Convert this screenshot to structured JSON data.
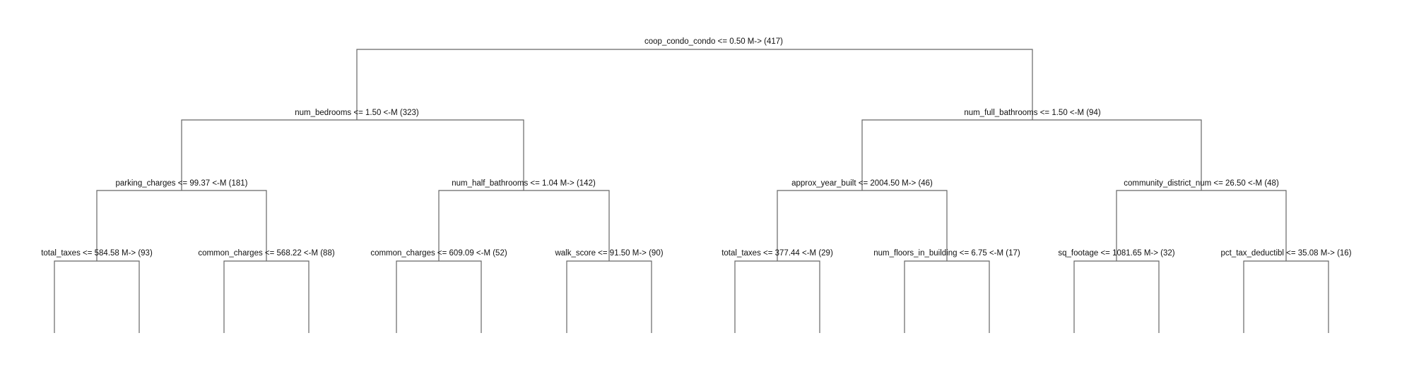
{
  "tree": {
    "title": "",
    "nodes": [
      {
        "id": "n0",
        "depth": 0,
        "text": "coop_condo_condo <= 0.50 M-> (417)"
      },
      {
        "id": "n1",
        "depth": 1,
        "text": "num_bedrooms <= 1.50 <-M (323)"
      },
      {
        "id": "n2",
        "depth": 1,
        "text": "num_full_bathrooms <= 1.50 <-M (94)"
      },
      {
        "id": "n3",
        "depth": 2,
        "text": "parking_charges <= 99.37 <-M (181)"
      },
      {
        "id": "n4",
        "depth": 2,
        "text": "num_half_bathrooms <= 1.04 M-> (142)"
      },
      {
        "id": "n5",
        "depth": 2,
        "text": "approx_year_built <= 2004.50 M-> (46)"
      },
      {
        "id": "n6",
        "depth": 2,
        "text": "community_district_num <= 26.50 <-M (48)"
      },
      {
        "id": "n7",
        "depth": 3,
        "text": "total_taxes <= 584.58 M-> (93)"
      },
      {
        "id": "n8",
        "depth": 3,
        "text": "common_charges <= 568.22 <-M (88)"
      },
      {
        "id": "n9",
        "depth": 3,
        "text": "common_charges <= 609.09 <-M (52)"
      },
      {
        "id": "n10",
        "depth": 3,
        "text": "walk_score <= 91.50 M-> (90)"
      },
      {
        "id": "n11",
        "depth": 3,
        "text": "total_taxes <= 377.44 <-M (29)"
      },
      {
        "id": "n12",
        "depth": 3,
        "text": "num_floors_in_building <= 6.75 <-M (17)"
      },
      {
        "id": "n13",
        "depth": 3,
        "text": "sq_footage <= 1081.65 M-> (32)"
      },
      {
        "id": "n14",
        "depth": 3,
        "text": "pct_tax_deductibl <= 35.08 M-> (16)"
      }
    ],
    "edges": [
      [
        "n0",
        "n1"
      ],
      [
        "n0",
        "n2"
      ],
      [
        "n1",
        "n3"
      ],
      [
        "n1",
        "n4"
      ],
      [
        "n2",
        "n5"
      ],
      [
        "n2",
        "n6"
      ],
      [
        "n3",
        "n7"
      ],
      [
        "n3",
        "n8"
      ],
      [
        "n4",
        "n9"
      ],
      [
        "n4",
        "n10"
      ],
      [
        "n5",
        "n11"
      ],
      [
        "n5",
        "n12"
      ],
      [
        "n6",
        "n13"
      ],
      [
        "n6",
        "n14"
      ]
    ]
  }
}
